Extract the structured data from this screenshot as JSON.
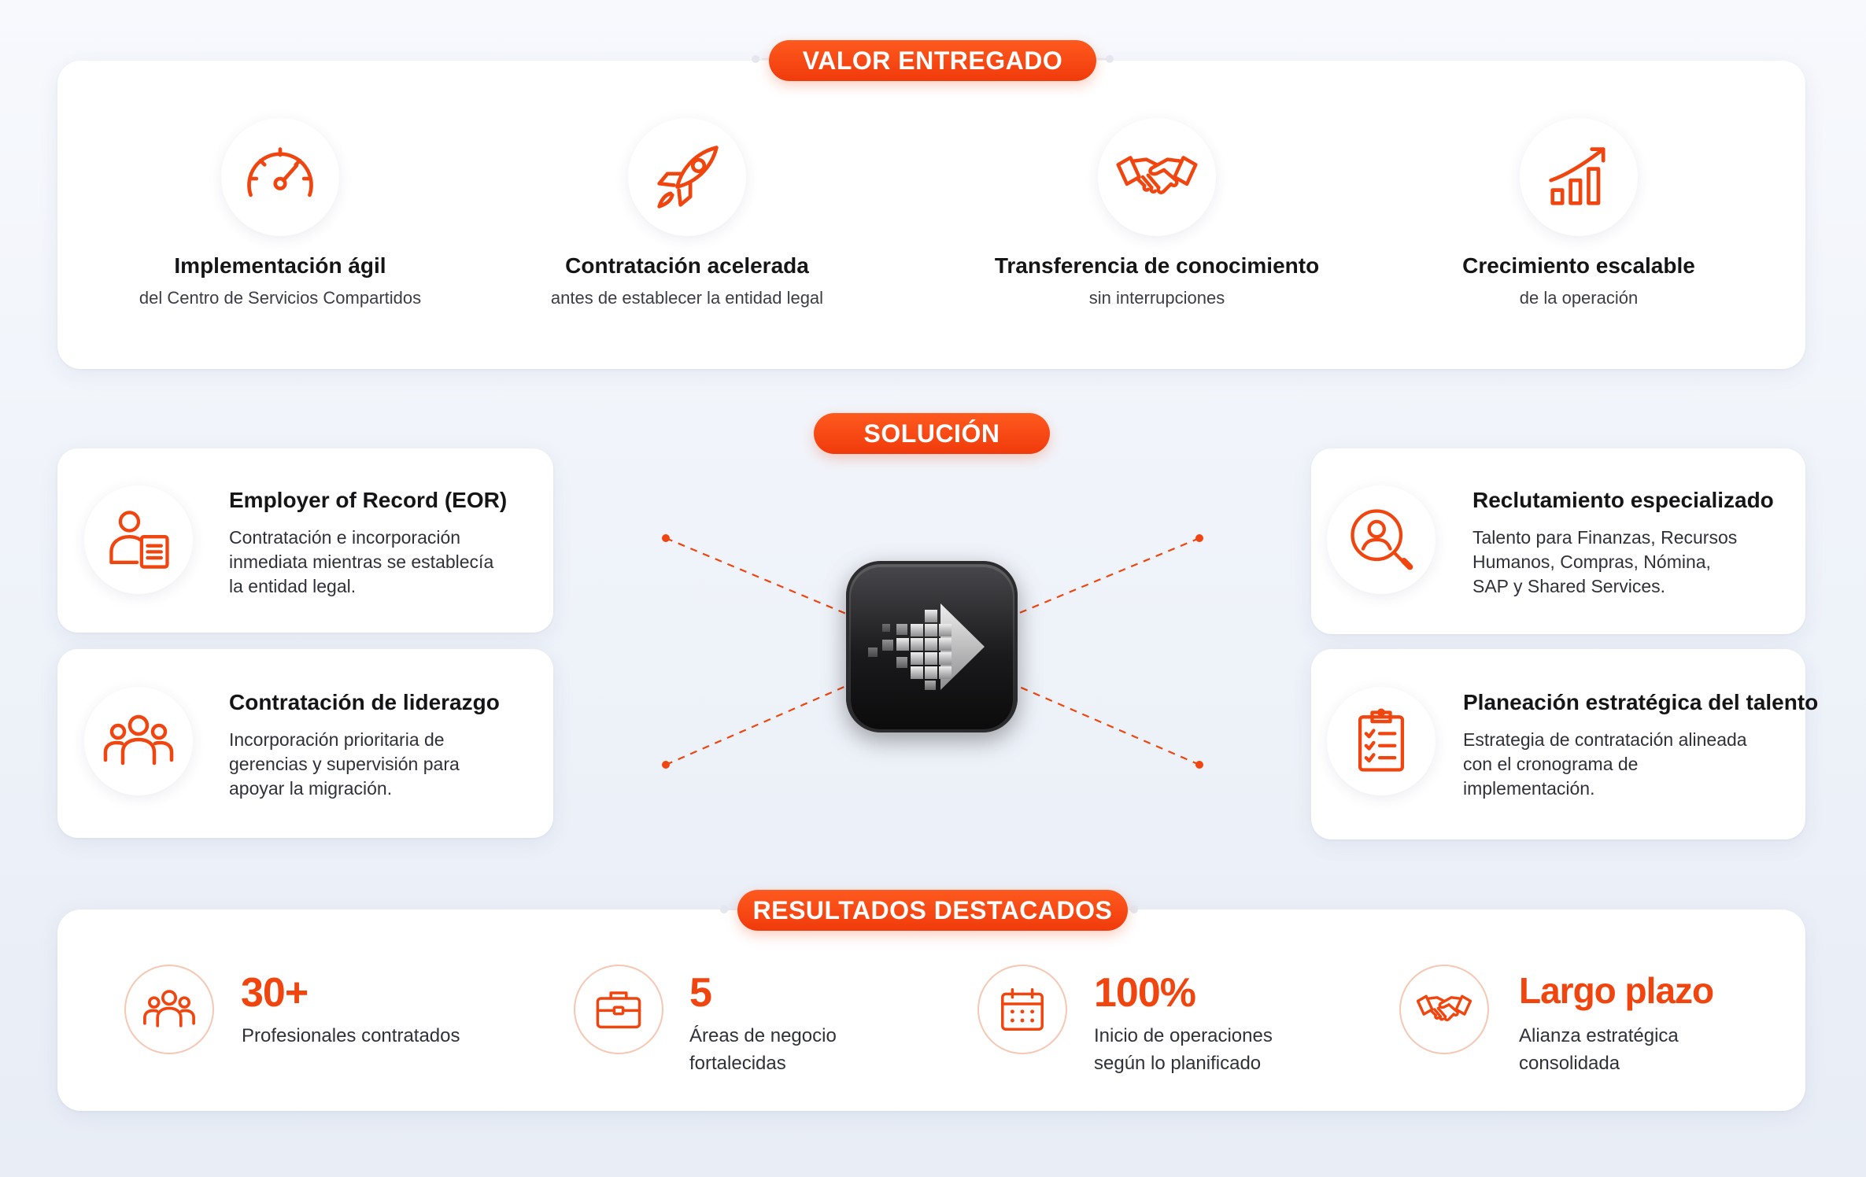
{
  "colors": {
    "accent": "#f0450f",
    "panel": "#ffffff",
    "background": "#eef2f9",
    "hub": "#1a1a1c"
  },
  "valor": {
    "badge": "VALOR ENTREGADO",
    "items": [
      {
        "icon": "speedometer-icon",
        "title": "Implementación ágil",
        "subtitle": "del Centro de Servicios Compartidos"
      },
      {
        "icon": "rocket-icon",
        "title": "Contratación acelerada",
        "subtitle": "antes de establecer la entidad legal"
      },
      {
        "icon": "handshake-icon",
        "title": "Transferencia de conocimiento",
        "subtitle": "sin interrupciones"
      },
      {
        "icon": "growth-chart-icon",
        "title": "Crecimiento escalable",
        "subtitle": "de la operación"
      }
    ]
  },
  "solucion": {
    "badge": "SOLUCIÓN",
    "hub_icon": "pixel-arrow-icon",
    "cards": [
      {
        "icon": "user-document-icon",
        "title": "Employer of Record (EOR)",
        "lines": [
          "Contratación e incorporación",
          "inmediata mientras se establecía",
          "la entidad legal."
        ]
      },
      {
        "icon": "team-icon",
        "title": "Contratación de liderazgo",
        "lines": [
          "Incorporación prioritaria de",
          "gerencias y supervisión para",
          "apoyar la migración."
        ]
      },
      {
        "icon": "user-search-icon",
        "title": "Reclutamiento especializado",
        "lines": [
          "Talento para Finanzas, Recursos",
          "Humanos, Compras, Nómina,",
          "SAP y Shared Services."
        ]
      },
      {
        "icon": "clipboard-checklist-icon",
        "title": "Planeación estratégica del talento",
        "lines": [
          "Estrategia de contratación alineada",
          "con el cronograma de",
          "implementación."
        ]
      }
    ]
  },
  "resultados": {
    "badge": "RESULTADOS DESTACADOS",
    "items": [
      {
        "icon": "team-icon",
        "value": "30+",
        "lines": [
          "Profesionales contratados"
        ]
      },
      {
        "icon": "briefcase-icon",
        "value": "5",
        "lines": [
          "Áreas de negocio",
          "fortalecidas"
        ]
      },
      {
        "icon": "calendar-icon",
        "value": "100%",
        "lines": [
          "Inicio de operaciones",
          "según lo planificado"
        ]
      },
      {
        "icon": "handshake-icon",
        "value": "Largo plazo",
        "lines": [
          "Alianza estratégica",
          "consolidada"
        ]
      }
    ]
  }
}
